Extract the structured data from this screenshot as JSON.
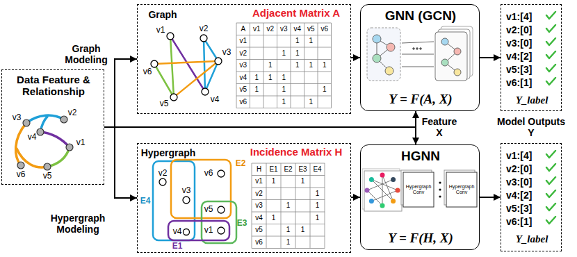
{
  "diagram": {
    "nodes": [
      {
        "text": [
          "Data Feature & Relationship"
        ]
      },
      {
        "text": [
          "Graph",
          "Adjacent Matrix A"
        ]
      },
      {
        "text": [
          "Hypergraph",
          "Incidence Matrix H"
        ]
      },
      {
        "text": [
          "GNN (GCN)",
          "Y = F(A, X)"
        ]
      },
      {
        "text": [
          "HGNN",
          "Y = F(H, X)"
        ]
      },
      {
        "text": [
          "v1:[4]",
          "v2:[0]",
          "v3:[0]",
          "v4:[2]",
          "v5:[3]",
          "v6:[1]",
          "Y_label"
        ]
      },
      {
        "text": [
          "v1:[4]",
          "v2:[0]",
          "v3:[0]",
          "v4:[2]",
          "v5:[3]",
          "v6:[1]",
          "Y_label"
        ]
      }
    ],
    "edges": [
      {
        "from": 0,
        "to": 1,
        "arrow": "to",
        "label": "Graph Modeling"
      },
      {
        "from": 0,
        "to": 2,
        "arrow": "to",
        "label": "Hypergraph Modeling"
      },
      {
        "from": 0,
        "to": 3,
        "arrow": "to",
        "label": "Feature X"
      },
      {
        "from": 0,
        "to": 4,
        "arrow": "to"
      },
      {
        "from": 1,
        "to": 3,
        "arrow": "to"
      },
      {
        "from": 2,
        "to": 4,
        "arrow": "to"
      },
      {
        "from": 3,
        "to": 5,
        "arrow": "to"
      },
      {
        "from": 4,
        "to": 6,
        "arrow": "to"
      }
    ],
    "labels": [
      "v3",
      "v2",
      "v4",
      "v1",
      "v6",
      "v5",
      "v1",
      "v2",
      "v3",
      "v6",
      "v5",
      "v4",
      "A",
      "v1",
      "v2",
      "v3",
      "v4",
      "v5",
      "v6",
      "v1",
      "1",
      "1",
      "v2",
      "1",
      "1",
      "v3",
      "1",
      "1",
      "1",
      "1",
      "v4",
      "1",
      "1",
      "1",
      "v5",
      "1",
      "1",
      "1",
      "v6",
      "1",
      "1",
      "v2",
      "v6",
      "v3",
      "v5",
      "v4",
      "v1",
      "E2",
      "E4",
      "E3",
      "E1",
      "H",
      "E1",
      "E2",
      "E3",
      "E4",
      "v1",
      "1",
      "1",
      "v2",
      "1",
      "v3",
      "1",
      "1",
      "v4",
      "1",
      "1",
      "v5",
      "1",
      "1",
      "v6",
      "1",
      "Hypergraph Conv",
      "Hypergraph Conv",
      "Model Outputs Y"
    ]
  }
}
